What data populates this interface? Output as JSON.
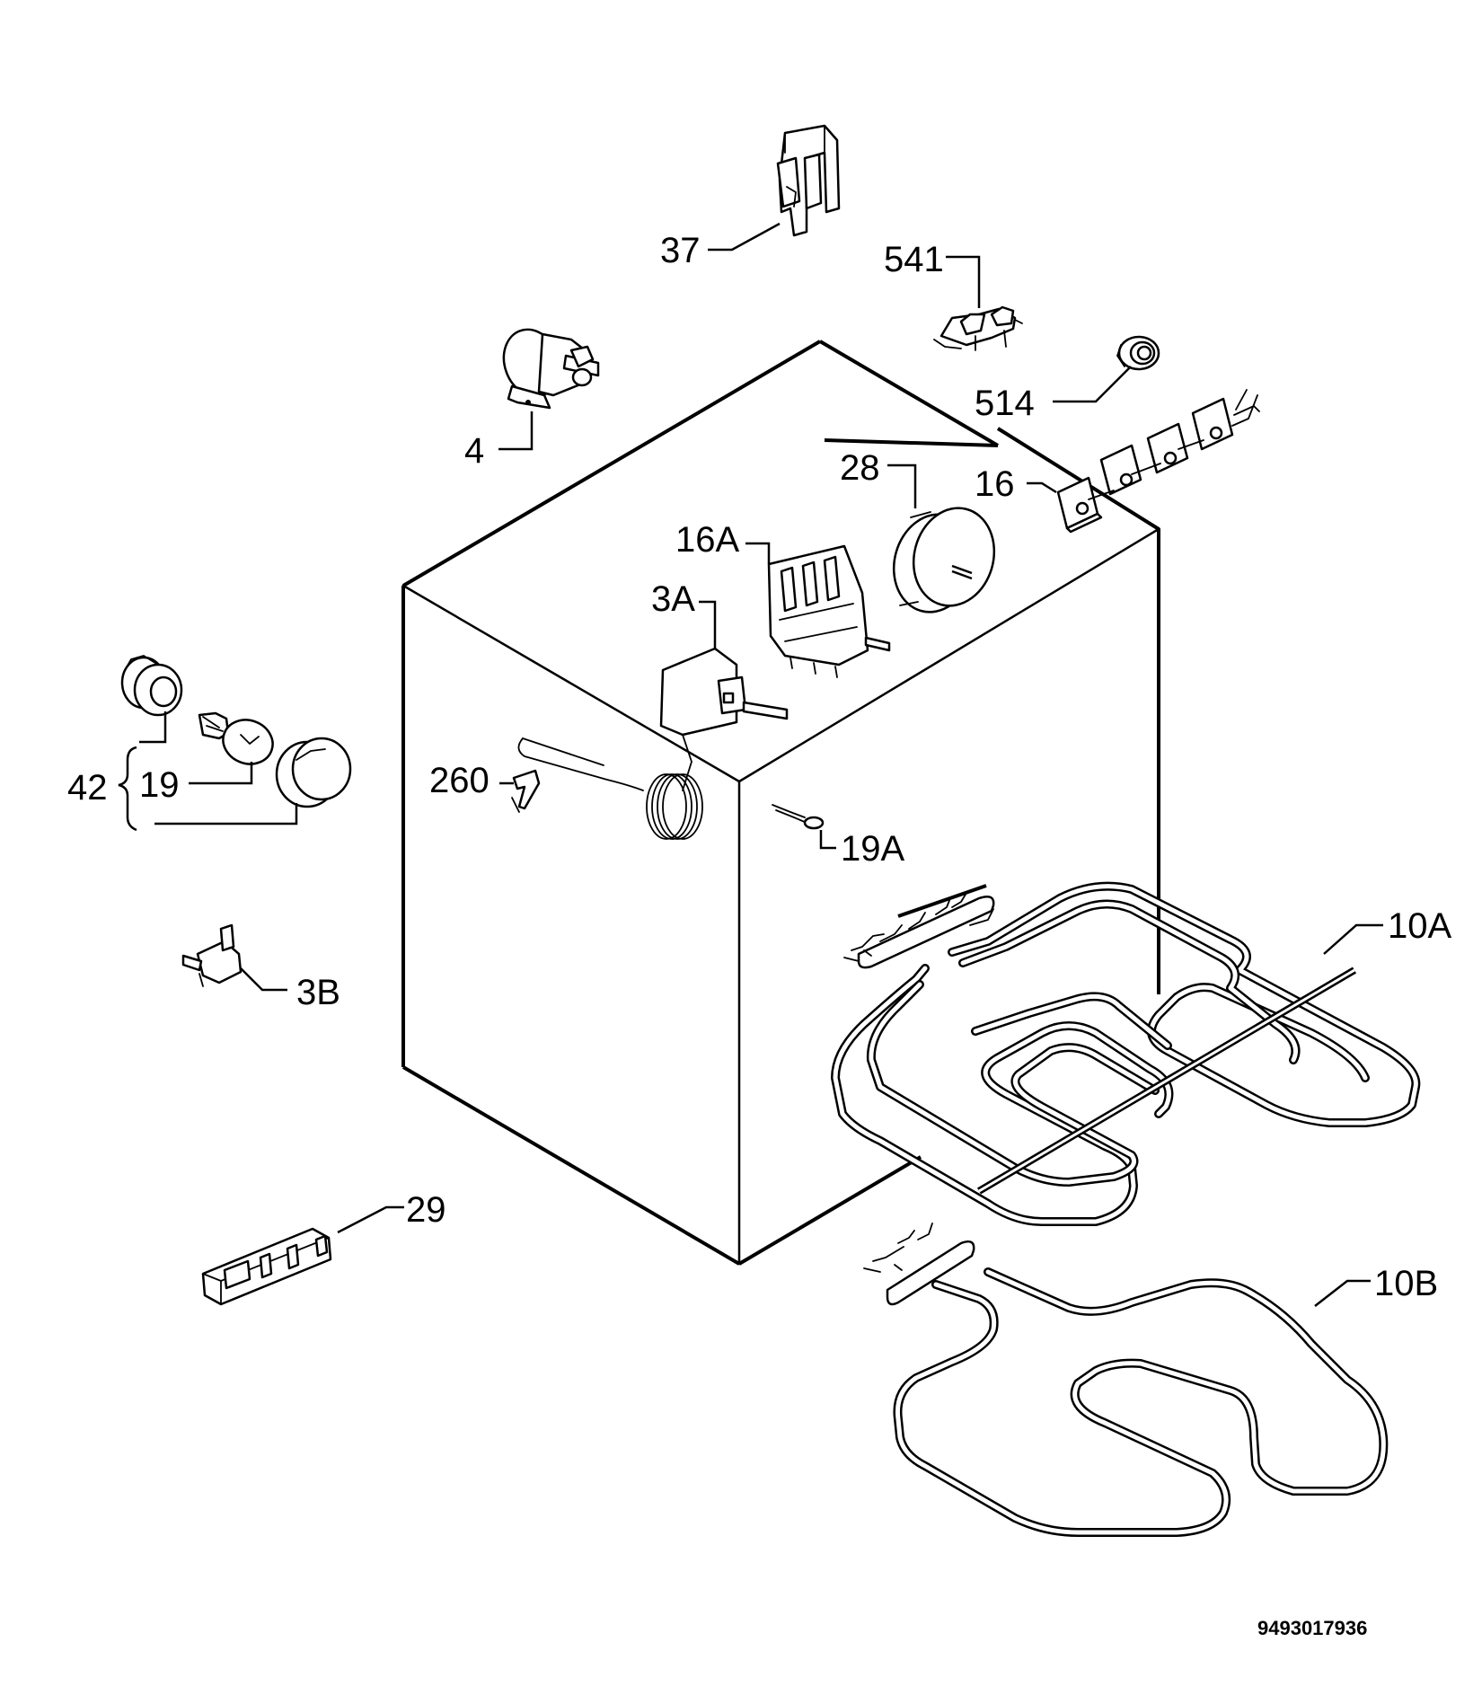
{
  "labels": {
    "p37": "37",
    "p541": "541",
    "p514": "514",
    "p4": "4",
    "p28": "28",
    "p16": "16",
    "p16a": "16A",
    "p3a": "3A",
    "p42": "42",
    "p19": "19",
    "p260": "260",
    "p19a": "19A",
    "p10a": "10A",
    "p3b": "3B",
    "p29": "29",
    "p10b": "10B"
  },
  "drawing_code": "9493017936"
}
